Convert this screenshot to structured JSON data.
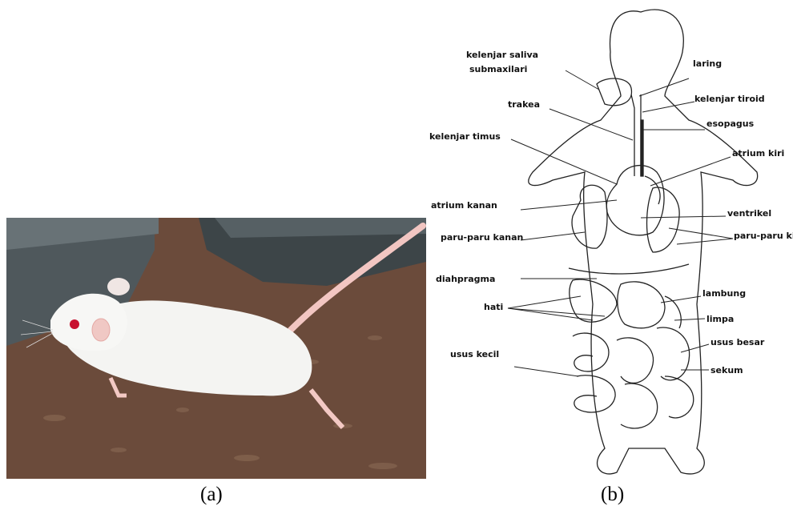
{
  "panels": [
    {
      "caption": "(a)"
    },
    {
      "caption": "(b)"
    }
  ],
  "diagram_labels": {
    "kelenjar_saliva_1": "kelenjar saliva",
    "kelenjar_saliva_2": "submaxilari",
    "laring": "laring",
    "kelenjar_tiroid": "kelenjar tiroid",
    "trakea": "trakea",
    "esopagus": "esopagus",
    "kelenjar_timus": "kelenjar timus",
    "atrium_kiri": "atrium kiri",
    "atrium_kanan": "atrium kanan",
    "ventrikel": "ventrikel",
    "paru_kanan": "paru-paru kanan",
    "paru_kiri": "paru-paru kiri",
    "diafragma": "diahpragma",
    "lambung": "lambung",
    "hati": "hati",
    "limpa": "limpa",
    "usus_besar": "usus besar",
    "usus_kecil": "usus kecil",
    "sekum": "sekum"
  },
  "colors": {
    "fur": "#f4f4f2",
    "floor": "#6a4a3a",
    "box": "#3c4346",
    "eye": "#c8102e",
    "ink": "#111111"
  }
}
